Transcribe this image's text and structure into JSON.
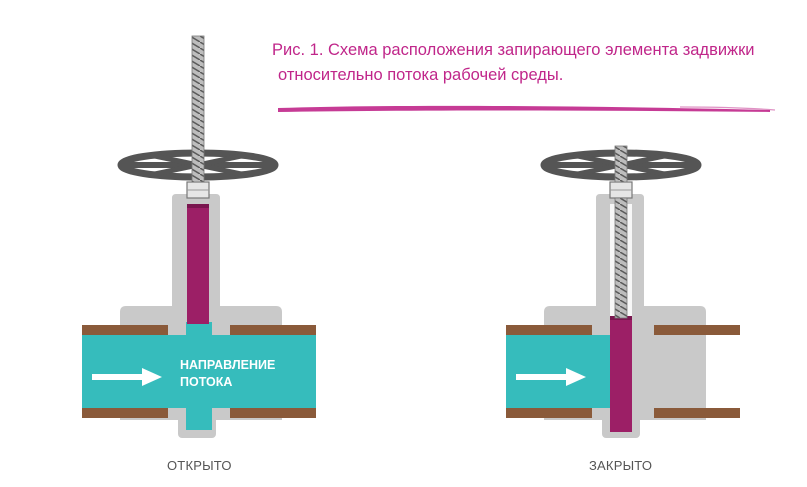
{
  "caption": {
    "line1": "Рис. 1. Схема расположения запирающего элемента задвижки",
    "line2": "относительно потока рабочей среды."
  },
  "flow_label": {
    "line1": "НАПРАВЛЕНИЕ",
    "line2": "ПОТОКА"
  },
  "states": {
    "open": "ОТКРЫТО",
    "closed": "ЗАКРЫТО"
  },
  "colors": {
    "accent": "#c0268a",
    "water": "#36bcbc",
    "body": "#c9c9c9",
    "pipe_wall": "#8a5a3a",
    "gate": "#9c1f66",
    "wheel": "#555555"
  }
}
